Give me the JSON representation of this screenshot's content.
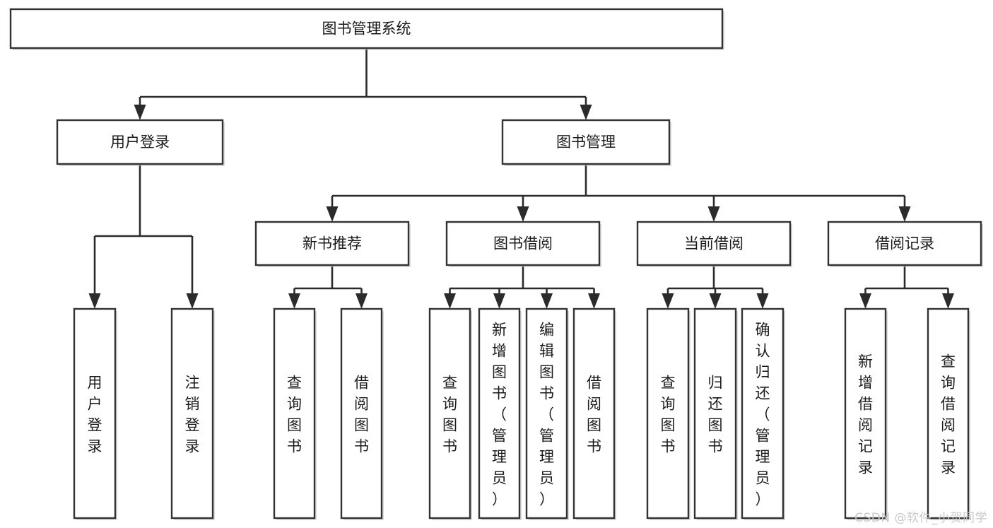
{
  "diagram": {
    "title": "图书管理系统",
    "type": "tree-hierarchy",
    "watermark": "CSDN @软件_小贺同学",
    "nodes": {
      "root": {
        "label": "图书管理系统",
        "level": 1,
        "orientation": "horizontal"
      },
      "l2_user_login": {
        "label": "用户登录",
        "level": 2,
        "orientation": "horizontal"
      },
      "l2_book_manage": {
        "label": "图书管理",
        "level": 2,
        "orientation": "horizontal"
      },
      "l3_new_book_rec": {
        "label": "新书推荐",
        "level": 3,
        "orientation": "horizontal"
      },
      "l3_book_borrow": {
        "label": "图书借阅",
        "level": 3,
        "orientation": "horizontal"
      },
      "l3_current_borrow": {
        "label": "当前借阅",
        "level": 3,
        "orientation": "horizontal"
      },
      "l3_borrow_record": {
        "label": "借阅记录",
        "level": 3,
        "orientation": "horizontal"
      },
      "l4_user_login": {
        "label": "用户登录",
        "level": 4,
        "orientation": "vertical"
      },
      "l4_logout_login": {
        "label": "注销登录",
        "level": 4,
        "orientation": "vertical"
      },
      "l4_query_book_a": {
        "label": "查询图书",
        "level": 4,
        "orientation": "vertical"
      },
      "l4_borrow_book_a": {
        "label": "借阅图书",
        "level": 4,
        "orientation": "vertical"
      },
      "l4_query_book_b": {
        "label": "查询图书",
        "level": 4,
        "orientation": "vertical"
      },
      "l4_add_book": {
        "label": "新增图书（管理员）",
        "level": 4,
        "orientation": "vertical"
      },
      "l4_edit_book": {
        "label": "编辑图书（管理员）",
        "level": 4,
        "orientation": "vertical"
      },
      "l4_borrow_book_b": {
        "label": "借阅图书",
        "level": 4,
        "orientation": "vertical"
      },
      "l4_query_book_c": {
        "label": "查询图书",
        "level": 4,
        "orientation": "vertical"
      },
      "l4_return_book": {
        "label": "归还图书",
        "level": 4,
        "orientation": "vertical"
      },
      "l4_confirm_return": {
        "label": "确认归还（管理员）",
        "level": 4,
        "orientation": "vertical"
      },
      "l4_add_record": {
        "label": "新增借阅记录",
        "level": 4,
        "orientation": "vertical"
      },
      "l4_query_record": {
        "label": "查询借阅记录",
        "level": 4,
        "orientation": "vertical"
      }
    },
    "edges": [
      {
        "from": "root",
        "to": "l2_user_login"
      },
      {
        "from": "root",
        "to": "l2_book_manage"
      },
      {
        "from": "l2_user_login",
        "to": "l4_user_login"
      },
      {
        "from": "l2_user_login",
        "to": "l4_logout_login"
      },
      {
        "from": "l2_book_manage",
        "to": "l3_new_book_rec"
      },
      {
        "from": "l2_book_manage",
        "to": "l3_book_borrow"
      },
      {
        "from": "l2_book_manage",
        "to": "l3_current_borrow"
      },
      {
        "from": "l2_book_manage",
        "to": "l3_borrow_record"
      },
      {
        "from": "l3_new_book_rec",
        "to": "l4_query_book_a"
      },
      {
        "from": "l3_new_book_rec",
        "to": "l4_borrow_book_a"
      },
      {
        "from": "l3_book_borrow",
        "to": "l4_query_book_b"
      },
      {
        "from": "l3_book_borrow",
        "to": "l4_add_book"
      },
      {
        "from": "l3_book_borrow",
        "to": "l4_edit_book"
      },
      {
        "from": "l3_book_borrow",
        "to": "l4_borrow_book_b"
      },
      {
        "from": "l3_current_borrow",
        "to": "l4_query_book_c"
      },
      {
        "from": "l3_current_borrow",
        "to": "l4_return_book"
      },
      {
        "from": "l3_current_borrow",
        "to": "l4_confirm_return"
      },
      {
        "from": "l3_borrow_record",
        "to": "l4_add_record"
      },
      {
        "from": "l3_borrow_record",
        "to": "l4_query_record"
      }
    ],
    "colors": {
      "box_stroke": "#333333",
      "box_fill": "#ffffff",
      "connector": "#2b2b2b",
      "text": "#1a1a1a",
      "watermark": "#c9c9c9",
      "background": "#ffffff"
    }
  }
}
